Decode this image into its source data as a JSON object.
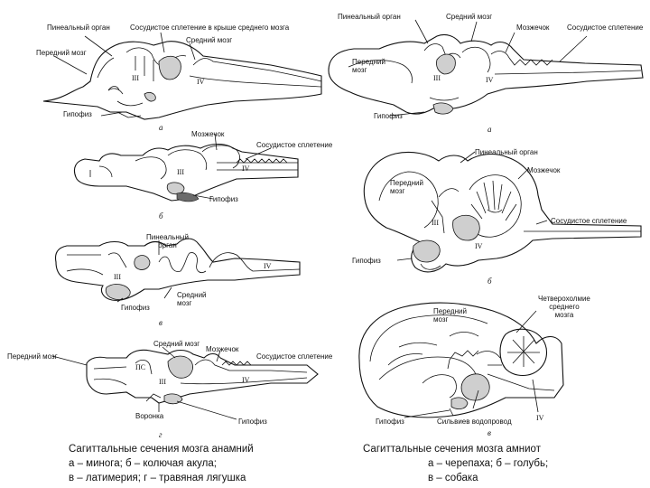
{
  "left": {
    "a": {
      "letter": "а",
      "pineal": "Пинеальный орган",
      "plexus_roof": "Сосудистое сплетение в крыше среднего мозга",
      "midbrain": "Средний мозг",
      "forebrain": "Передний мозг",
      "hypophysis": "Гипофиз",
      "v3": "III",
      "v4": "IV"
    },
    "b": {
      "letter": "б",
      "cerebellum": "Мозжечок",
      "plexus": "Сосудистое сплетение",
      "hypophysis": "Гипофиз",
      "v3": "III",
      "v4": "IV"
    },
    "c": {
      "letter": "в",
      "pineal": "Пинеальный\nорган",
      "midbrain": "Средний\nмозг",
      "hypophysis": "Гипофиз",
      "v3": "III",
      "v4": "IV"
    },
    "d": {
      "letter": "г",
      "midbrain": "Средний мозг",
      "cerebellum": "Мозжечок",
      "plexus": "Сосудистое сплетение",
      "forebrain": "Передний мозг",
      "infundibulum": "Воронка",
      "hypophysis": "Гипофиз",
      "ps": "ПС",
      "v3": "III",
      "v4": "IV"
    },
    "caption": [
      "Сагиттальные сечения мозга анамний",
      "а – минога; б – колючая акула;",
      "в – латимерия; г – травяная лягушка"
    ]
  },
  "right": {
    "a": {
      "letter": "а",
      "pineal": "Пинеальный орган",
      "midbrain": "Средний мозг",
      "cerebellum": "Мозжечок",
      "plexus": "Сосудистое сплетение",
      "forebrain": "Передний\nмозг",
      "hypophysis": "Гипофиз",
      "v3": "III",
      "v4": "IV"
    },
    "b": {
      "letter": "б",
      "pineal": "Пинеальный орган",
      "cerebellum": "Мозжечок",
      "forebrain": "Передний\nмозг",
      "plexus": "Сосудистое сплетение",
      "hypophysis": "Гипофиз",
      "v3": "III",
      "v4": "IV"
    },
    "c": {
      "letter": "в",
      "quadrigemina": "Четверохолмие\nсреднего\nмозга",
      "forebrain": "Передний\nмозг",
      "hypophysis": "Гипофиз",
      "aqueduct": "Сильвиев водопровод",
      "v4": "IV"
    },
    "caption": [
      "Сагиттальные сечения мозга амниот",
      "а – черепаха; б – голубь;",
      "в – собака"
    ]
  }
}
